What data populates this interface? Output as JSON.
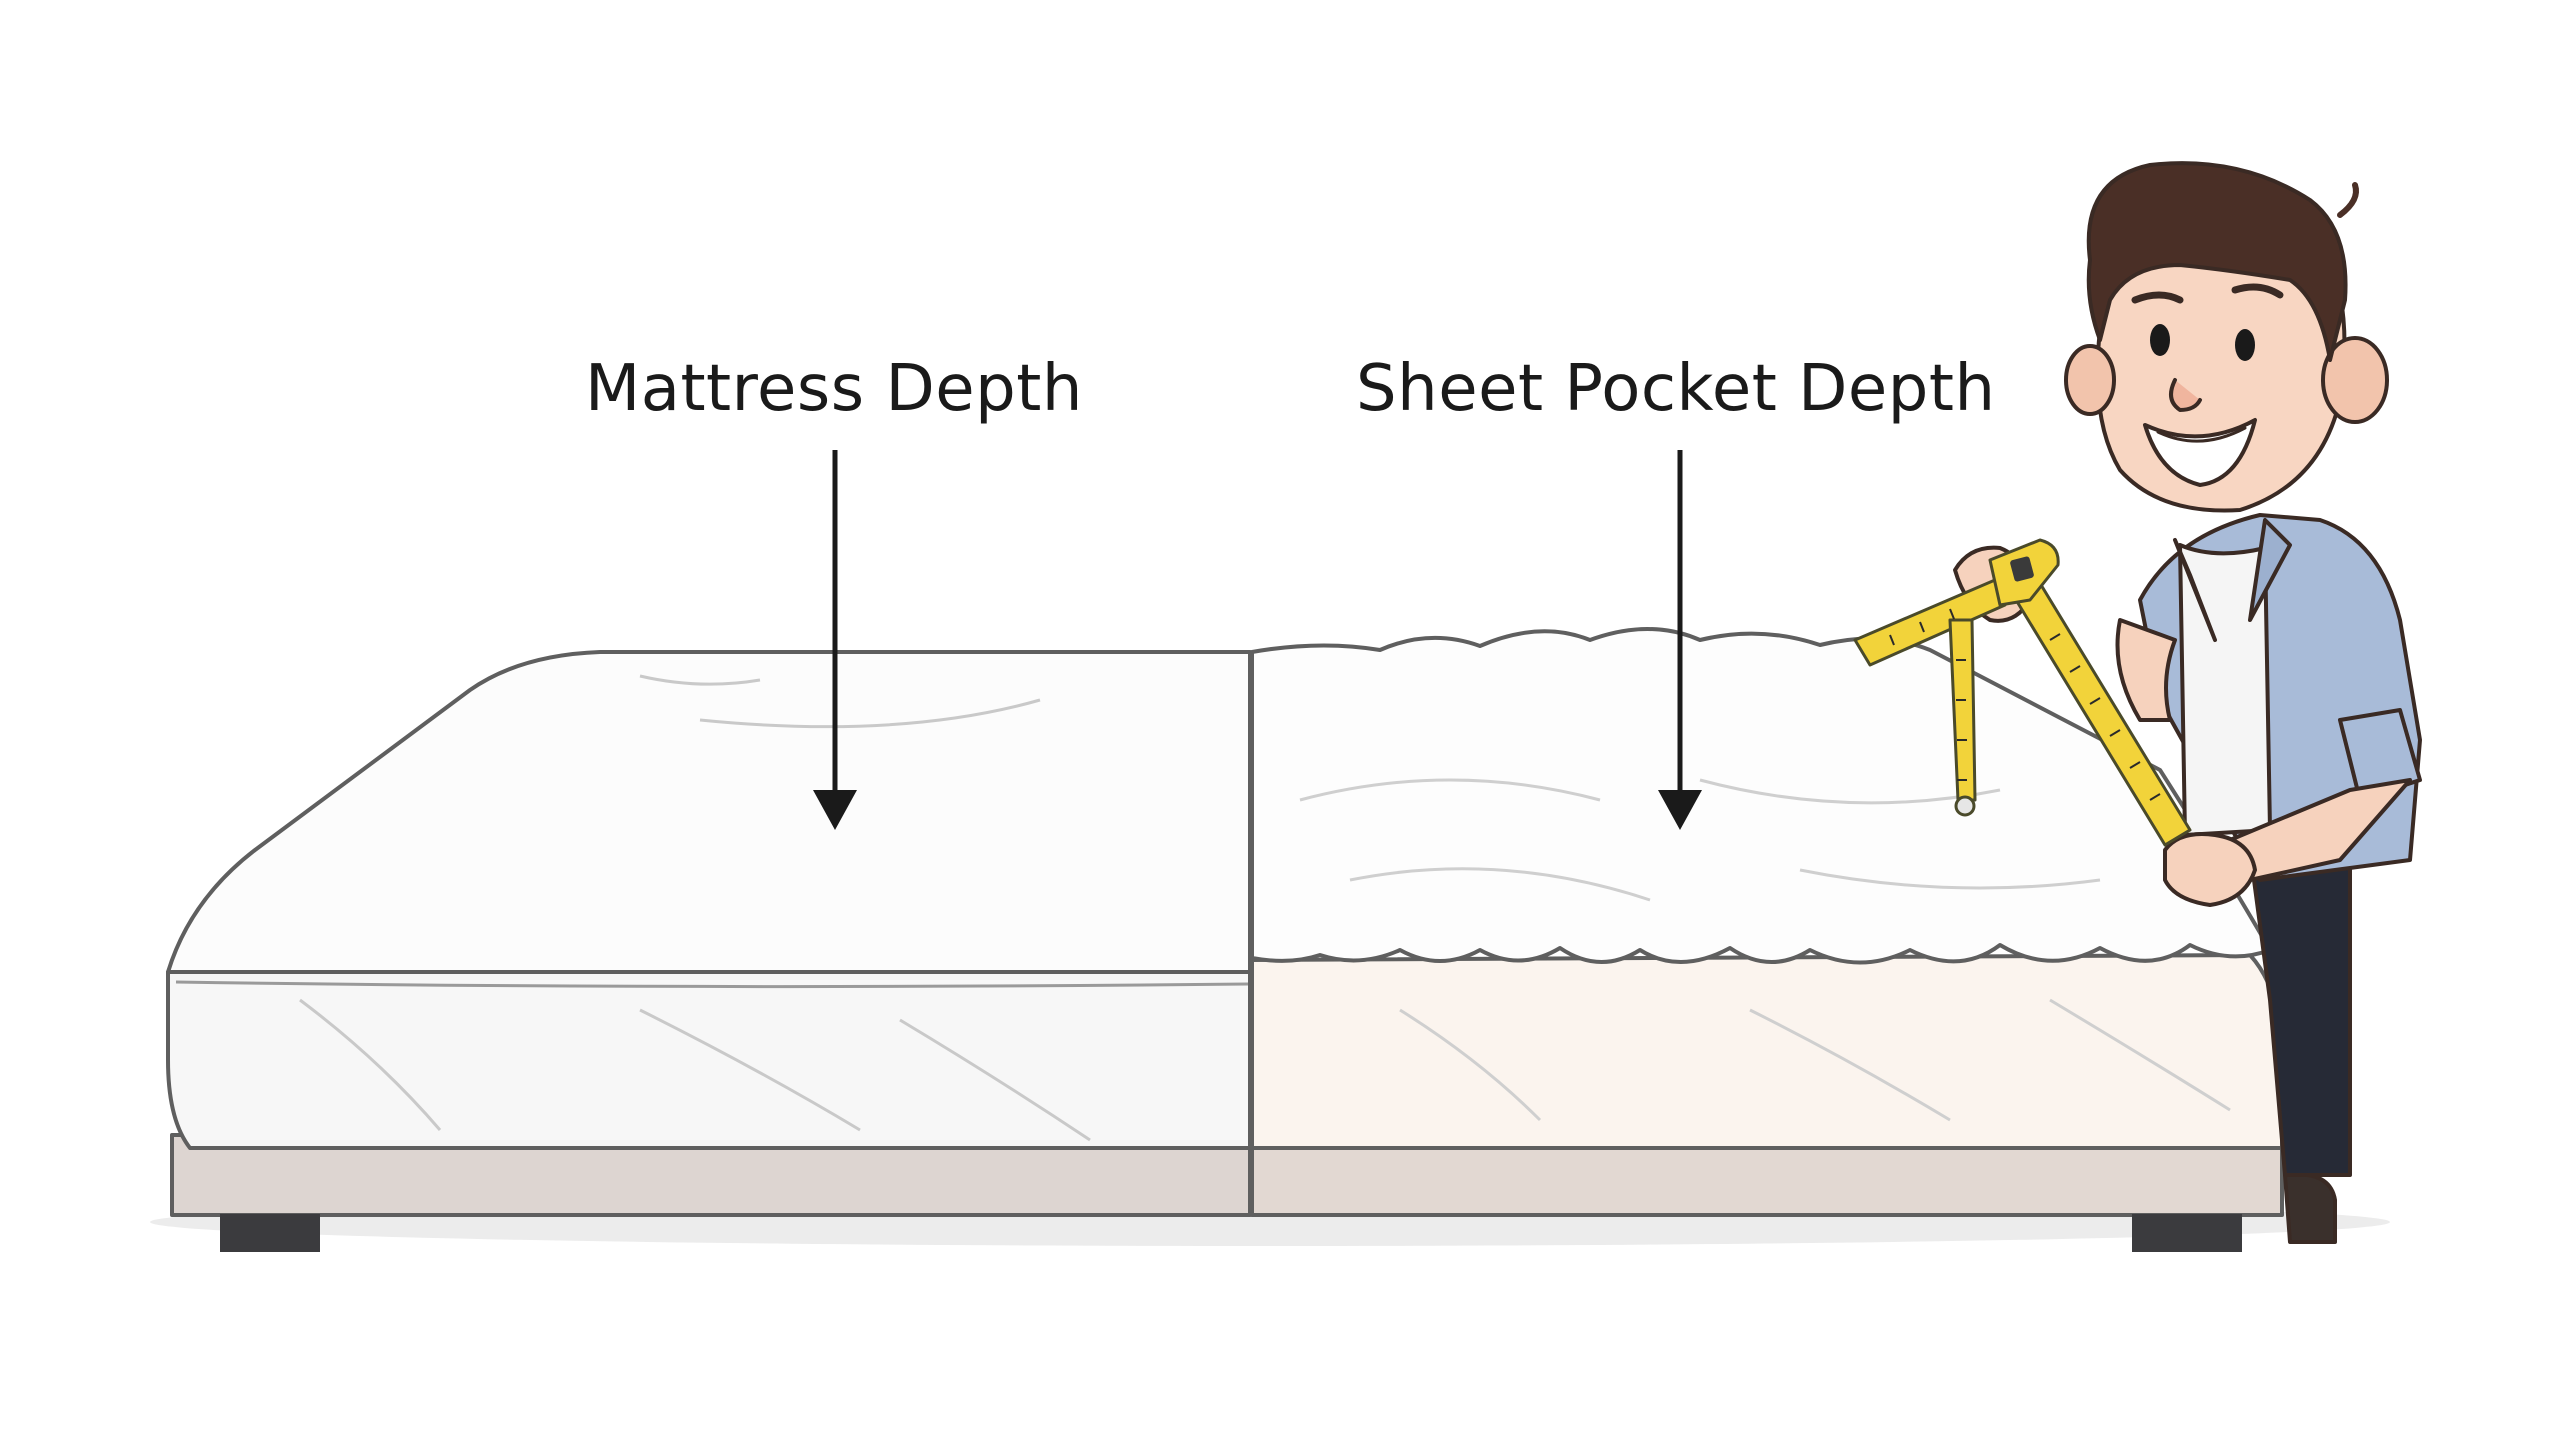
{
  "labels": {
    "mattress_depth": "Mattress Depth",
    "sheet_pocket_depth": "Sheet Pocket Depth"
  },
  "illustration": {
    "subject": "cartoon man holding yellow tape measure beside two mattresses",
    "colors": {
      "outline": "#5a5a5a",
      "mattress_fill": "#fbfbfb",
      "sheet_fill": "#fdf8f3",
      "base_fill": "#ddd4d0",
      "tape_yellow": "#f2d33a",
      "shirt_blue": "#a9bcd9",
      "hair_brown": "#4a2f26",
      "skin": "#f6d2bd",
      "pants": "#2a2d3a"
    }
  }
}
